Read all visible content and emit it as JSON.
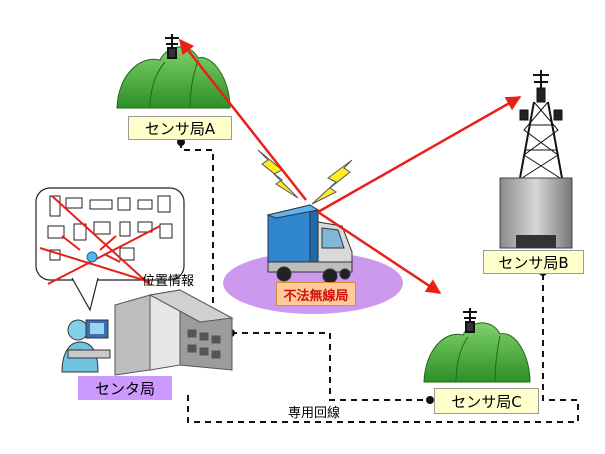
{
  "stations": {
    "sensor_a": "センサ局A",
    "sensor_b": "センサ局B",
    "sensor_c": "センサ局C",
    "center": "センタ局",
    "illegal": "不法無線局"
  },
  "annotations": {
    "position_info": "位置情報",
    "dedicated_line": "専用回線"
  },
  "colors": {
    "bearing_line": "#e8201a",
    "mountain": "#33a02c",
    "sensor_label_bg": "#ffffcc",
    "center_label_bg": "#cc99ff",
    "illegal_label_bg": "#ffcc99",
    "illegal_ellipse": "#cc99ee",
    "truck_cargo": "#3aa0e8",
    "lightning": "#ffee22"
  }
}
